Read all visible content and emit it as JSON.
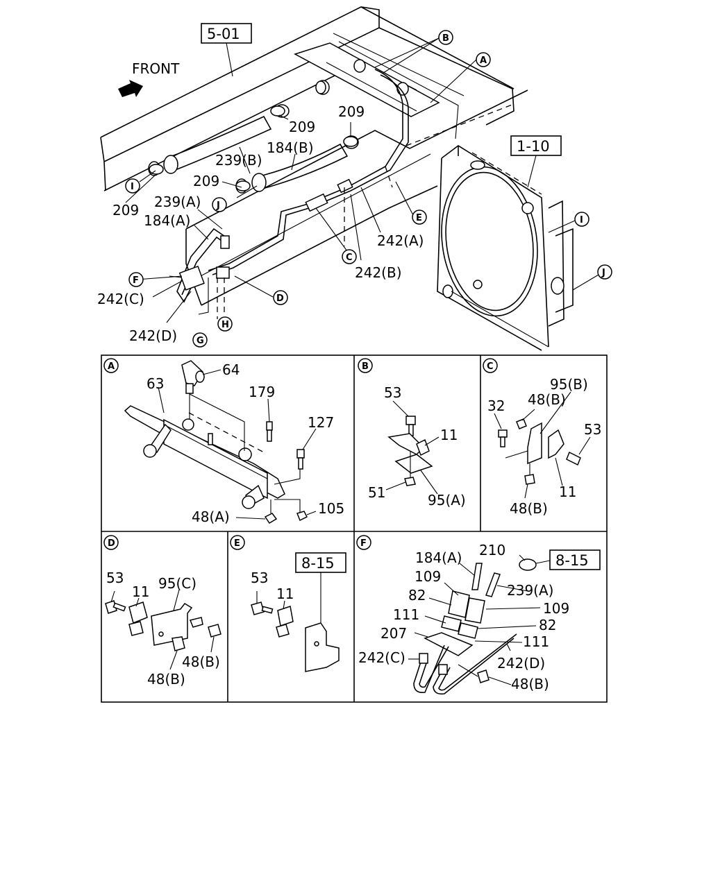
{
  "front_label": "FRONT",
  "ref_boxes": {
    "r501": "5-01",
    "r110": "1-10",
    "r815e": "8-15",
    "r815f": "8-15"
  },
  "circles": {
    "A": "A",
    "B": "B",
    "C": "C",
    "D": "D",
    "E": "E",
    "F": "F",
    "G": "G",
    "H": "H",
    "I": "I",
    "J": "J"
  },
  "main_labels": {
    "l209a": "209",
    "l209b": "209",
    "l209c": "209",
    "l209d": "209",
    "l239b": "239(B)",
    "l184b": "184(B)",
    "l239a": "239(A)",
    "l184a": "184(A)",
    "l242a": "242(A)",
    "l242b": "242(B)",
    "l242c": "242(C)",
    "l242d": "242(D)"
  },
  "detail_A": {
    "p64": "64",
    "p63": "63",
    "p179": "179",
    "p127": "127",
    "p48a": "48(A)",
    "p105": "105"
  },
  "detail_B": {
    "p53": "53",
    "p11": "11",
    "p51": "51",
    "p95a": "95(A)"
  },
  "detail_C": {
    "p32": "32",
    "p48b1": "48(B)",
    "p95b": "95(B)",
    "p53": "53",
    "p11": "11",
    "p48b2": "48(B)"
  },
  "detail_D": {
    "p53": "53",
    "p11": "11",
    "p95c": "95(C)",
    "p48b1": "48(B)",
    "p48b2": "48(B)"
  },
  "detail_E": {
    "p53": "53",
    "p11": "11"
  },
  "detail_F": {
    "p184a": "184(A)",
    "p210": "210",
    "p109a": "109",
    "p239a": "239(A)",
    "p82a": "82",
    "p109b": "109",
    "p111a": "111",
    "p82b": "82",
    "p207": "207",
    "p111b": "111",
    "p242c": "242(C)",
    "p242d": "242(D)",
    "p48b": "48(B)"
  }
}
